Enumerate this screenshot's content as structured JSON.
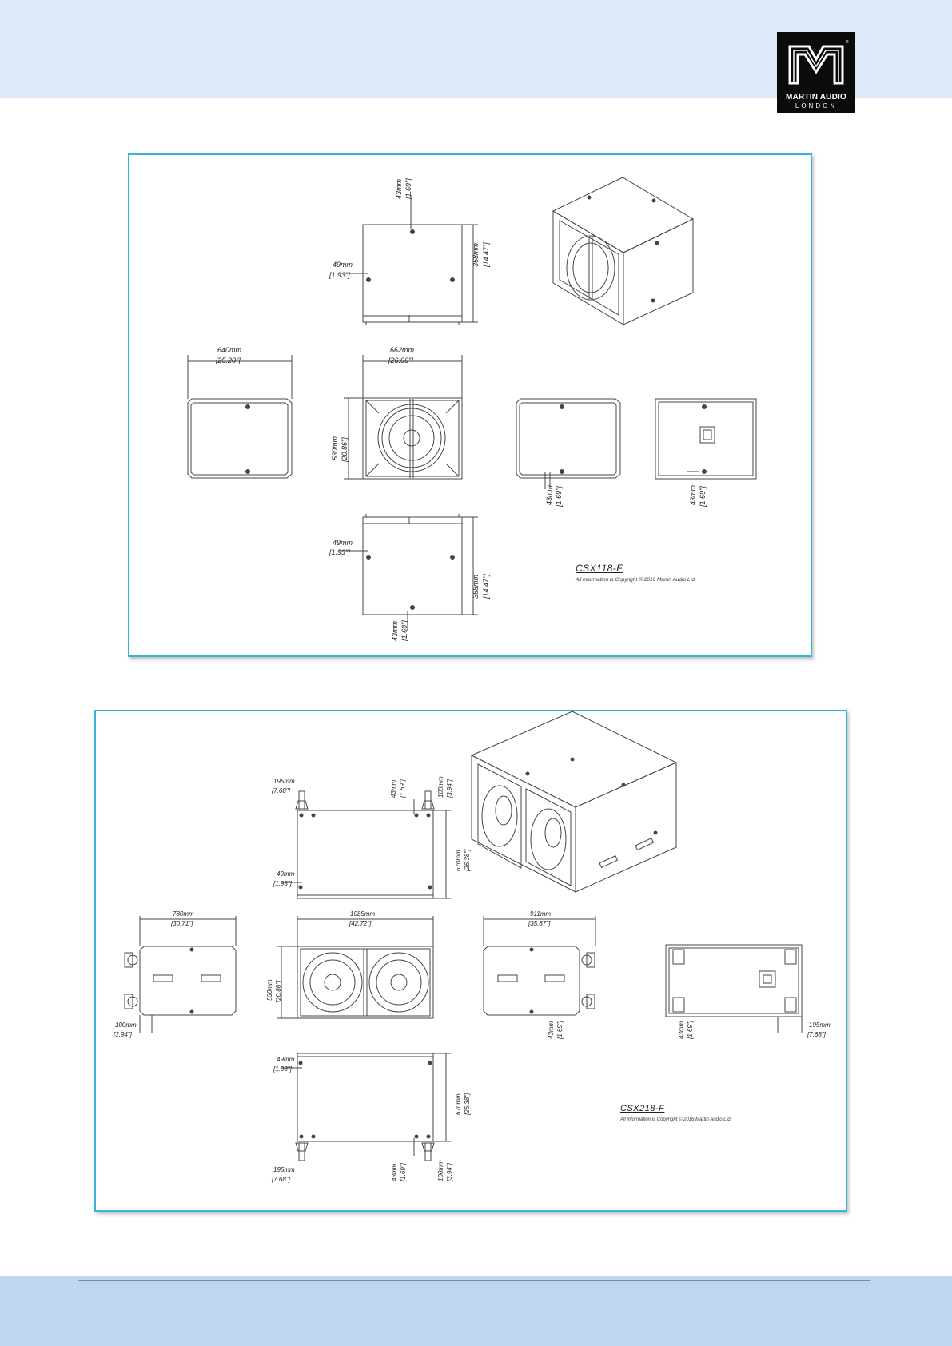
{
  "brand": {
    "name": "MARTIN AUDIO",
    "city": "LONDON"
  },
  "panel1": {
    "model": "CSX118-F",
    "copyright": "All information is Copyright © 2016 Martin Audio Ltd.",
    "dims": {
      "top_43mm": "43mm",
      "top_43in": "[1.69\"]",
      "top_49mm": "49mm",
      "top_49in": "[1.93\"]",
      "top_368mm": "368mm",
      "top_368in": "[14.47\"]",
      "side_640mm": "640mm",
      "side_640in": "[25.20\"]",
      "front_662mm": "662mm",
      "front_662in": "[26.06\"]",
      "front_530mm": "530mm",
      "front_530in": "[20.86\"]",
      "side2_43mm": "43mm",
      "side2_43in": "[1.69\"]",
      "back_43mm": "43mm",
      "back_43in": "[1.69\"]",
      "bot_49mm": "49mm",
      "bot_49in": "[1.93\"]",
      "bot_368mm": "368mm",
      "bot_368in": "[14.47\"]",
      "bot_43mm": "43mm",
      "bot_43in": "[1.69\"]"
    }
  },
  "panel2": {
    "model": "CSX218-F",
    "copyright": "All information is Copyright © 2016 Martin Audio Ltd.",
    "dims": {
      "top_195mm": "195mm",
      "top_195in": "[7.68\"]",
      "top_43mm": "43mm",
      "top_43in": "[1.69\"]",
      "top_100mm": "100mm",
      "top_100in": "[3.94\"]",
      "top_670mm": "670mm",
      "top_670in": "[26.38\"]",
      "top_49mm": "49mm",
      "top_49in": "[1.93\"]",
      "side_780mm": "780mm",
      "side_780in": "[30.71\"]",
      "side_100mm": "100mm",
      "side_100in": "[3.94\"]",
      "front_1085mm": "1085mm",
      "front_1085in": "[42.72\"]",
      "front_530mm": "530mm",
      "front_530in": "[20.86\"]",
      "side2_911mm": "911mm",
      "side2_911in": "[35.87\"]",
      "side2_43mm": "43mm",
      "side2_43in": "[1.69\"]",
      "back_43mm": "43mm",
      "back_43in": "[1.69\"]",
      "back_195mm": "195mm",
      "back_195in": "[7.68\"]",
      "bot_49mm": "49mm",
      "bot_49in": "[1.93\"]",
      "bot_670mm": "670mm",
      "bot_670in": "[26.38\"]",
      "bot_195mm": "195mm",
      "bot_195in": "[7.68\"]",
      "bot_43mm": "43mm",
      "bot_43in": "[1.69\"]",
      "bot_100mm": "100mm",
      "bot_100in": "[3.94\"]"
    }
  }
}
